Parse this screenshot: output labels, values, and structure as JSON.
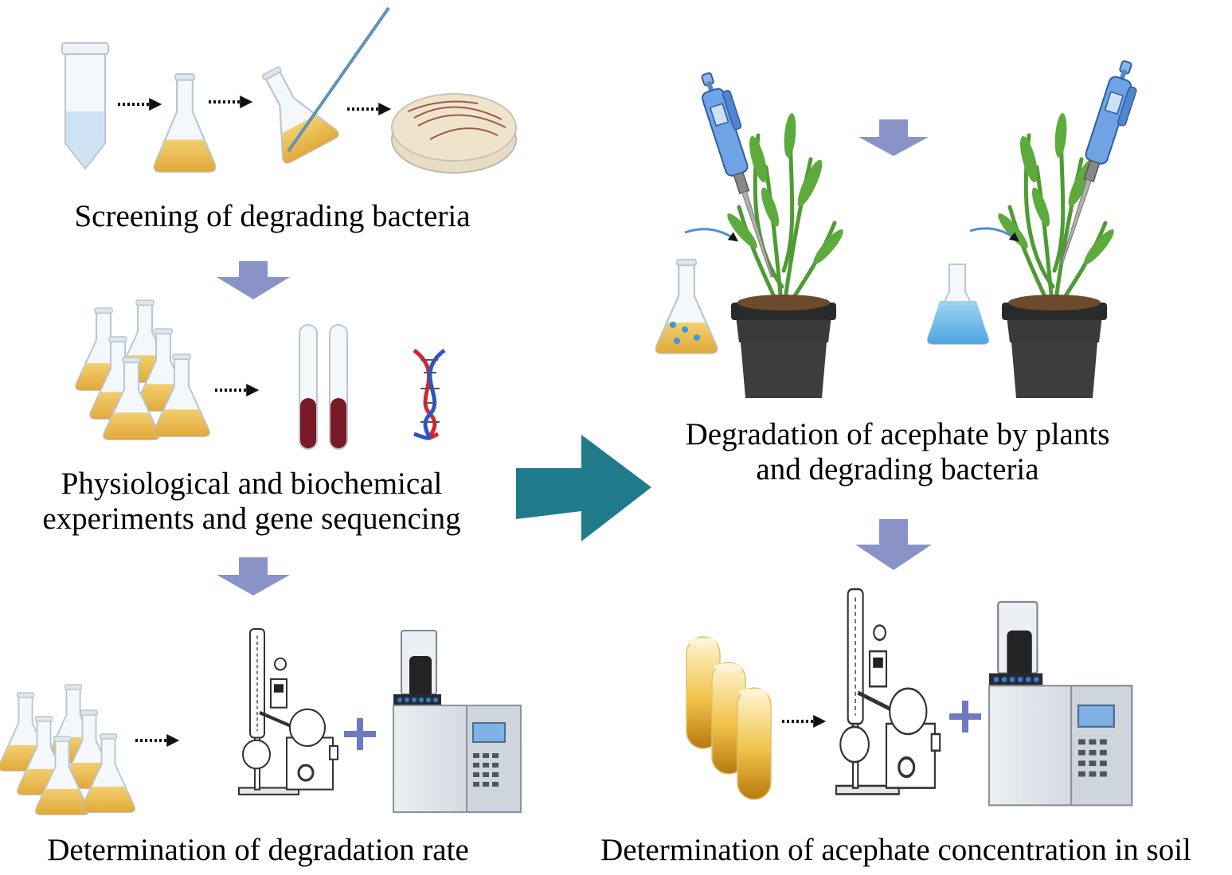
{
  "colors": {
    "step_arrow": "#8a93c8",
    "big_arrow": "#1f7a8c",
    "medium_yellow": "#e9b84a",
    "medium_blue": "#6bb8ea",
    "blood": "#7a1a26",
    "pot": "#333333",
    "leaf": "#4f9a35",
    "pipette": "#4e8fd6",
    "plus": "#6d79c0"
  },
  "icons": [
    "centrifuge-tube-icon",
    "flask-icon",
    "inoculating-flask-icon",
    "petri-dish-icon",
    "flask-group-icon",
    "blood-tube-icon",
    "dna-icon",
    "rotary-evaporator-icon",
    "gas-chromatograph-icon",
    "pipette-icon",
    "potted-plant-icon",
    "soil-sample-tube-icon"
  ],
  "captions": {
    "screening": "Screening of degrading bacteria",
    "physio_line1": "Physiological and biochemical",
    "physio_line2": "experiments and gene sequencing",
    "rate": "Determination of degradation rate",
    "plants_line1": "Degradation of acephate by plants",
    "plants_line2": "and degrading bacteria",
    "soil": "Determination of acephate concentration in soil"
  }
}
